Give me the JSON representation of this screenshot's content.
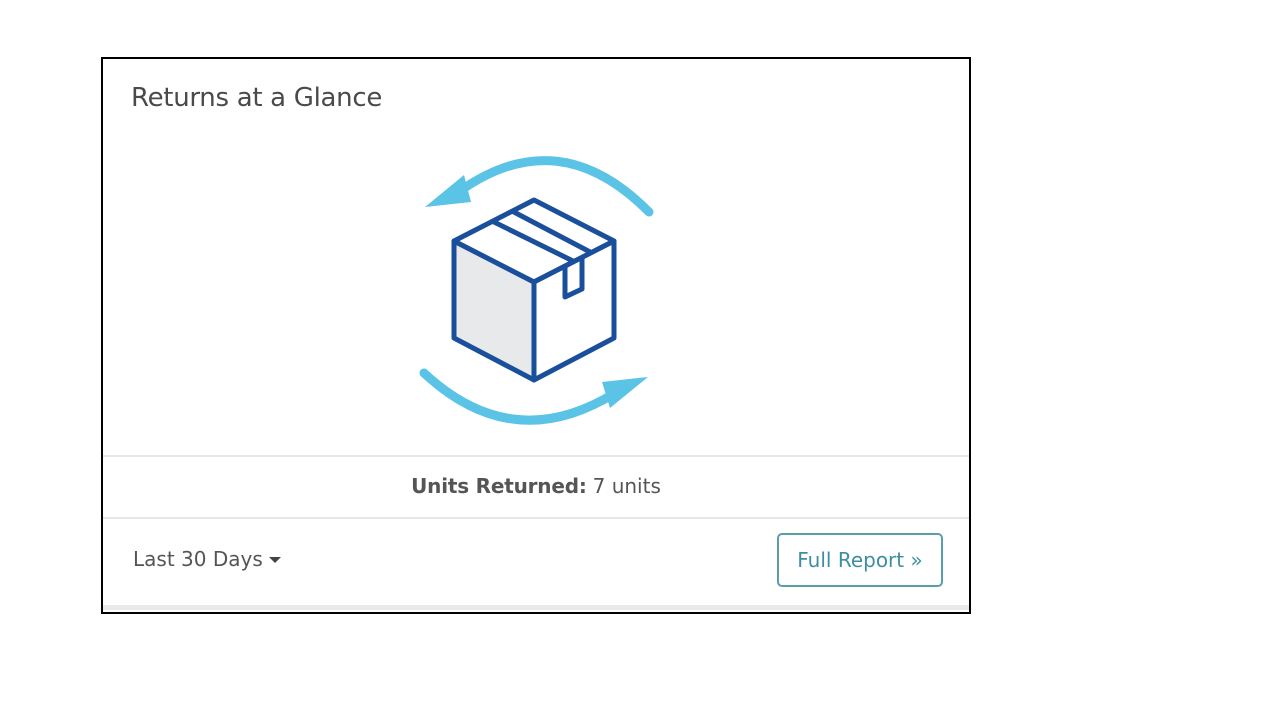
{
  "widget": {
    "title": "Returns at a Glance",
    "illustration_icon": "package-return-icon",
    "colors": {
      "arrow": "#5bc3e6",
      "box_stroke": "#1a4f9c",
      "box_face": "#e8e9eb"
    }
  },
  "stats": {
    "label": "Units Returned:",
    "value": "7 units"
  },
  "footer": {
    "range_label": "Last 30 Days",
    "report_button_label": "Full Report »"
  }
}
